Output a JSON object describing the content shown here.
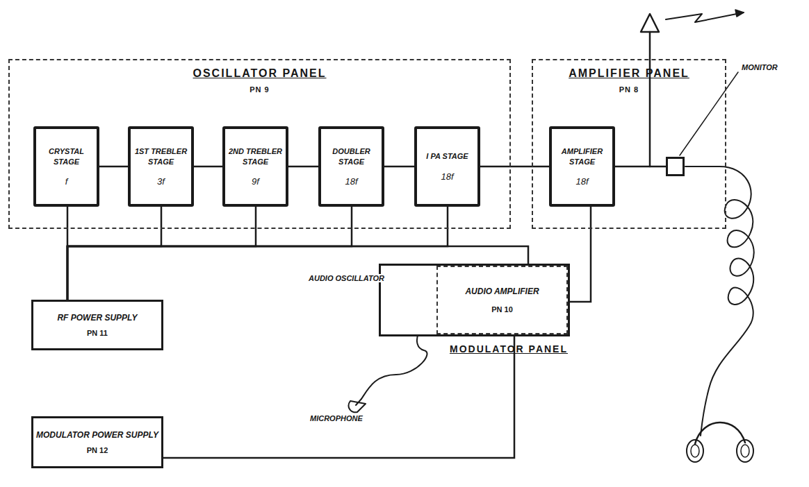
{
  "diagram": {
    "nodes": [
      {
        "text": [
          "OSCILLATOR PANEL",
          "PN 9"
        ]
      },
      {
        "text": [
          "CRYSTAL STAGE",
          "f"
        ],
        "in": 0
      },
      {
        "text": [
          "1ST TREBLER STAGE",
          "3f"
        ],
        "in": 0
      },
      {
        "text": [
          "2ND TREBLER STAGE",
          "9f"
        ],
        "in": 0
      },
      {
        "text": [
          "DOUBLER STAGE",
          "18f"
        ],
        "in": 0
      },
      {
        "text": [
          "I PA STAGE",
          "18f"
        ],
        "in": 0
      },
      {
        "text": [
          "AMPLIFIER PANEL",
          "PN 8"
        ]
      },
      {
        "text": [
          "AMPLIFIER STAGE",
          "18f"
        ],
        "in": 6
      },
      {
        "text": [
          "MONITOR"
        ],
        "in": 6
      },
      {
        "text": [
          "MODULATOR PANEL"
        ]
      },
      {
        "text": [
          "AUDIO AMPLIFIER",
          "PN 10"
        ],
        "in": 9
      },
      {
        "text": [
          "RF POWER SUPPLY",
          "PN 11"
        ]
      },
      {
        "text": [
          "MODULATOR POWER SUPPLY",
          "PN 12"
        ]
      }
    ],
    "edges": [
      {
        "from": 1,
        "to": 2,
        "arrow": "none"
      },
      {
        "from": 2,
        "to": 3,
        "arrow": "none"
      },
      {
        "from": 3,
        "to": 4,
        "arrow": "none"
      },
      {
        "from": 4,
        "to": 5,
        "arrow": "none"
      },
      {
        "from": 5,
        "to": 7,
        "arrow": "none"
      },
      {
        "from": 7,
        "to": 8,
        "arrow": "none"
      },
      {
        "from": 11,
        "to": 1,
        "arrow": "none"
      },
      {
        "from": 11,
        "to": 2,
        "arrow": "none"
      },
      {
        "from": 11,
        "to": 3,
        "arrow": "none"
      },
      {
        "from": 11,
        "to": 4,
        "arrow": "none"
      },
      {
        "from": 11,
        "to": 5,
        "arrow": "none"
      },
      {
        "from": 11,
        "to": 10,
        "arrow": "none"
      },
      {
        "from": 7,
        "to": 10,
        "arrow": "none"
      },
      {
        "from": 12,
        "to": 9,
        "arrow": "none"
      }
    ],
    "labels": [
      "AUDIO OSCILLATOR",
      "MICROPHONE"
    ]
  }
}
